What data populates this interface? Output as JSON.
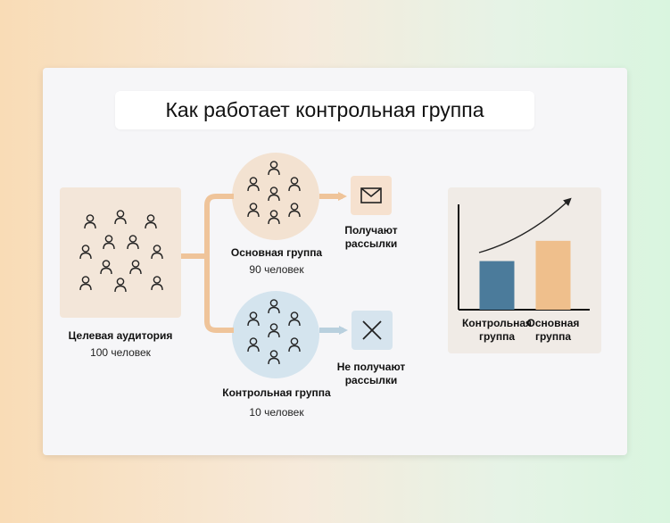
{
  "title": "Как работает контрольная группа",
  "audience": {
    "name": "Целевая аудитория",
    "count": "100 человек"
  },
  "main_group": {
    "name": "Основная группа",
    "count": "90 человек",
    "outcome_line1": "Получают",
    "outcome_line2": "рассылки"
  },
  "control_group": {
    "name": "Контрольная группа",
    "count": "10 человек",
    "outcome_line1": "Не получают",
    "outcome_line2": "рассылки"
  },
  "icons": {
    "main_outcome": "envelope-icon",
    "control_outcome": "cross-icon",
    "people": "person-icon"
  },
  "colors": {
    "main": "#efbf8c",
    "control": "#4b7b9b",
    "main_arrow": "#efc49a",
    "control_arrow": "#b9d0de"
  },
  "chart_data": {
    "type": "bar",
    "categories": [
      [
        "Контрольная",
        "группа"
      ],
      [
        "Основная",
        "группа"
      ]
    ],
    "values": [
      60,
      85
    ],
    "ylim": [
      0,
      130
    ],
    "trend_arrow": true,
    "colors": [
      "#4b7b9b",
      "#efbf8c"
    ]
  }
}
